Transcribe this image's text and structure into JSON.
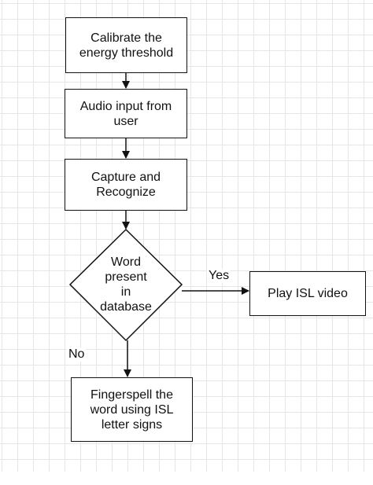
{
  "diagram": {
    "nodes": {
      "calibrate": {
        "label": "Calibrate the energy threshold",
        "lines": [
          "Calibrate the",
          "energy threshold"
        ]
      },
      "audio": {
        "label": "Audio input from user",
        "lines": [
          "Audio input from",
          "user"
        ]
      },
      "capture": {
        "label": "Capture and Recognize",
        "lines": [
          "Capture and",
          "Recognize"
        ]
      },
      "decision": {
        "label": "Word present in database",
        "lines": [
          "Word",
          "present",
          "in",
          "database"
        ]
      },
      "play": {
        "label": "Play ISL video",
        "lines": [
          "Play ISL video"
        ]
      },
      "fingerspell": {
        "label": "Fingerspell the word using ISL letter signs",
        "lines": [
          "Fingerspell the",
          "word using ISL",
          "letter signs"
        ]
      }
    },
    "edges": {
      "yes": "Yes",
      "no": "No"
    },
    "colors": {
      "line": "#111111",
      "grid": "#e6e6e6",
      "background": "#ffffff"
    }
  }
}
